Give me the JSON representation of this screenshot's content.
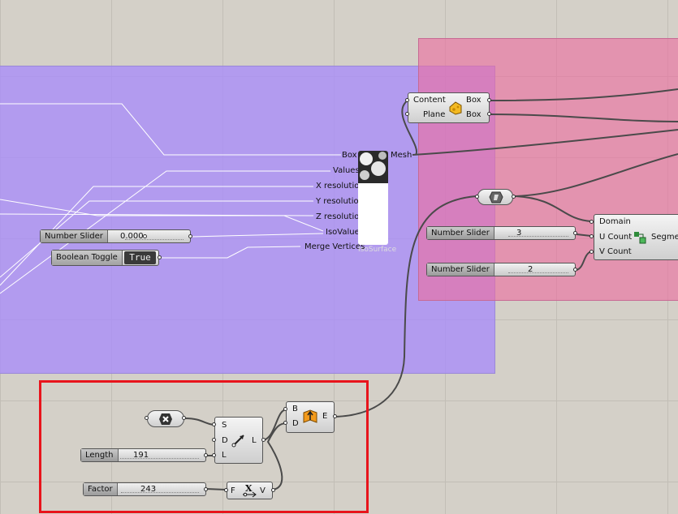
{
  "iso_component": {
    "inputs": [
      "Box",
      "Values",
      "X resolution",
      "Y resolution",
      "Z resolution",
      "IsoValue",
      "Merge Vertices"
    ],
    "output": "Mesh",
    "sublabel": "IsoSurface"
  },
  "box_component": {
    "inputs": [
      "Content",
      "Plane"
    ],
    "outputs": [
      "Box",
      "Box"
    ]
  },
  "segment_component": {
    "inputs": [
      "Domain",
      "U Count",
      "V Count"
    ],
    "title": "Segmen"
  },
  "sliders": {
    "iso": {
      "name": "Number Slider",
      "value": "0.000"
    },
    "u_count": {
      "name": "Number Slider",
      "value": "3"
    },
    "v_count": {
      "name": "Number Slider",
      "value": "2"
    },
    "length": {
      "name": "Length",
      "value": "191"
    },
    "factor": {
      "name": "Factor",
      "value": "243"
    }
  },
  "boolean_toggle": {
    "name": "Boolean Toggle",
    "value": "True"
  },
  "line_component": {
    "inputs": [
      "S",
      "D",
      "L"
    ],
    "output": "L"
  },
  "extrude_component": {
    "inputs": [
      "B",
      "D"
    ],
    "output": "E"
  },
  "amplitude_component": {
    "input": "F",
    "output": "V"
  },
  "colors": {
    "purple_group": "#a88cfa",
    "pink_group": "#ec6ea0",
    "selection": "#e8141c"
  },
  "icons": [
    "cheese-box-icon",
    "isosurface-preview-icon",
    "surface-param-icon",
    "segment-icon",
    "cancel-icon",
    "line-sdl-icon",
    "extrude-icon",
    "amplitude-x-icon"
  ]
}
